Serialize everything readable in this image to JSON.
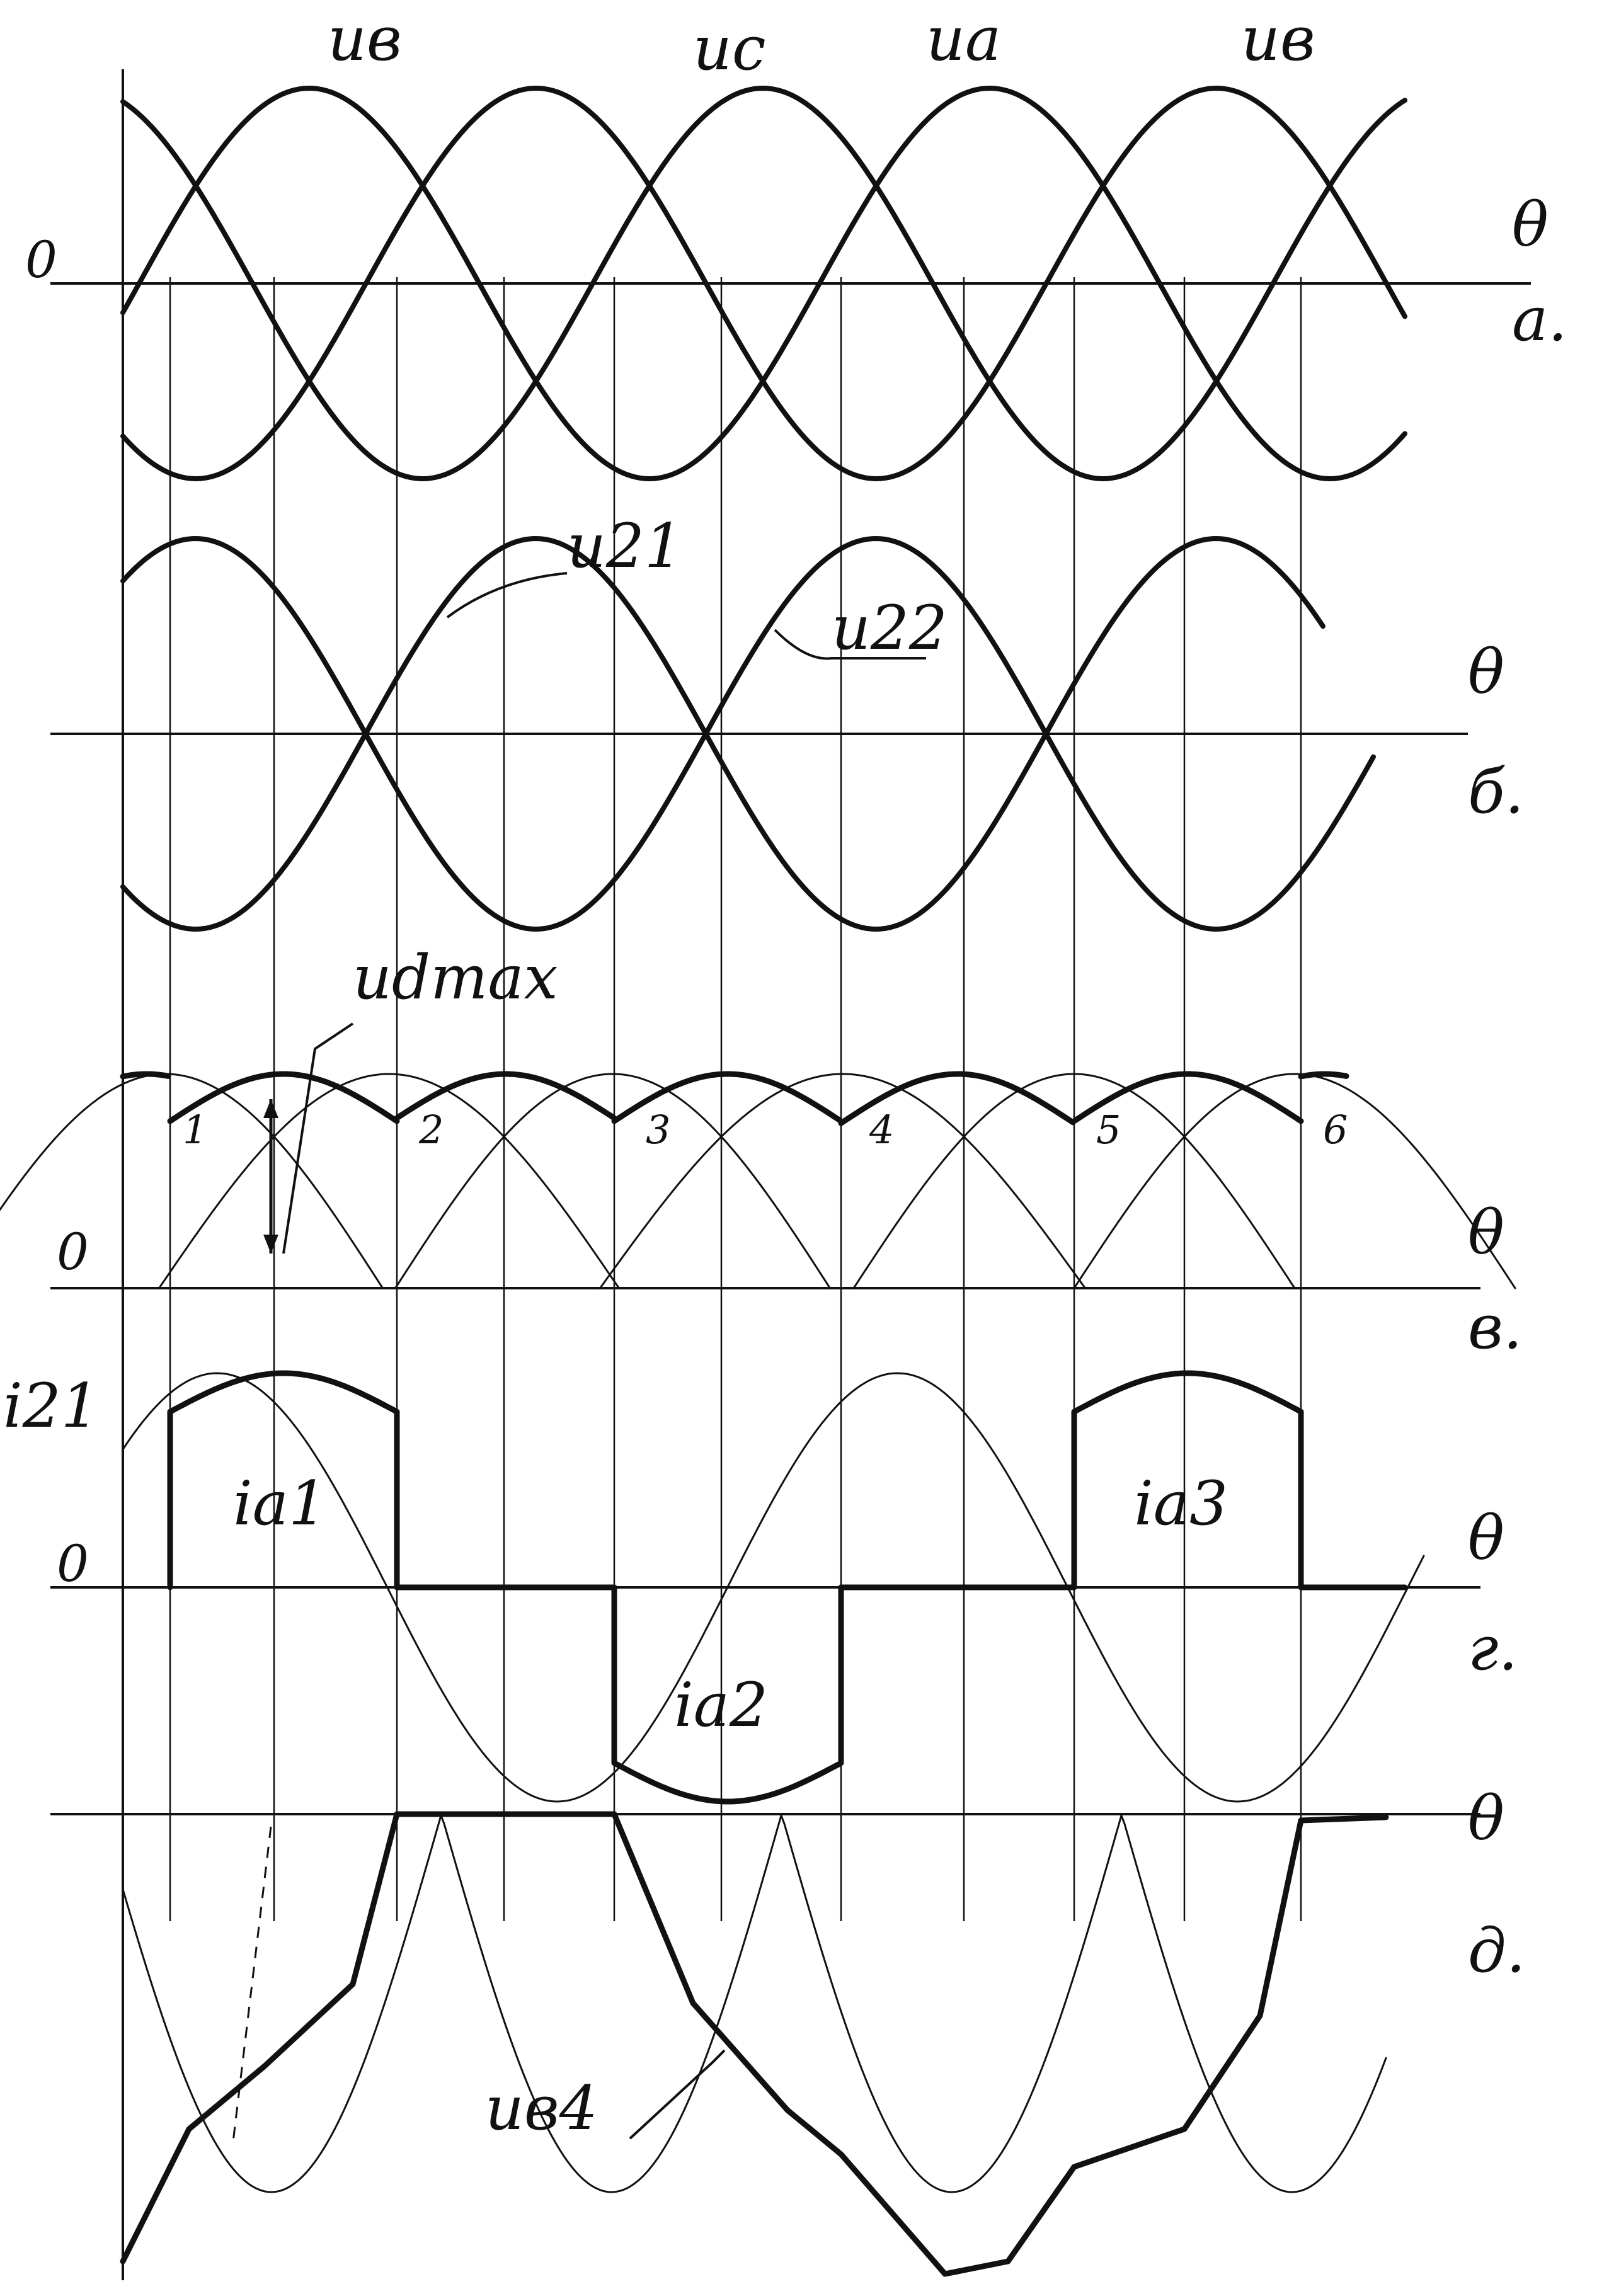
{
  "colors": {
    "ink": "#111111",
    "paper": "#ffffff"
  },
  "panels": {
    "a": {
      "letter": "а.",
      "axis": "θ",
      "origin": "0",
      "curve_labels": [
        "uв",
        "uс",
        "uа",
        "uв"
      ]
    },
    "b": {
      "letter": "б.",
      "axis": "θ",
      "curve_labels": [
        "u21",
        "u22"
      ]
    },
    "v": {
      "letter": "в.",
      "axis": "θ",
      "origin": "0",
      "max_label": "udmax",
      "points": [
        "1",
        "2",
        "3",
        "4",
        "5",
        "6"
      ]
    },
    "g": {
      "letter": "г.",
      "axis": "θ",
      "origin": "0",
      "y_label": "i21",
      "currents": [
        "ia1",
        "ia2",
        "ia3"
      ]
    },
    "d": {
      "letter": "д.",
      "axis": "θ",
      "curve_label": "uв4"
    }
  }
}
